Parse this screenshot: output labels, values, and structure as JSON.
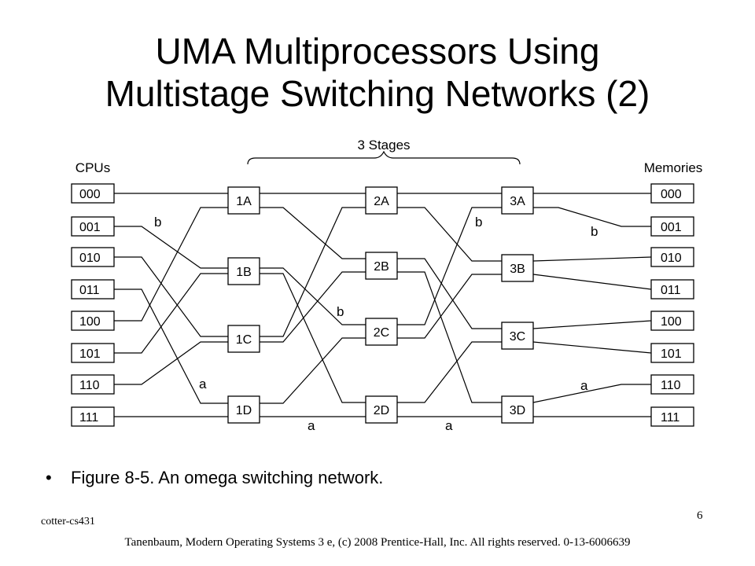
{
  "title": {
    "line1": "UMA Multiprocessors Using",
    "line2": "Multistage Switching Networks (2)"
  },
  "diagram": {
    "stages_label": "3 Stages",
    "cpus_label": "CPUs",
    "memories_label": "Memories",
    "cpus": [
      "000",
      "001",
      "010",
      "011",
      "100",
      "101",
      "110",
      "111"
    ],
    "memories": [
      "000",
      "001",
      "010",
      "011",
      "100",
      "101",
      "110",
      "111"
    ],
    "switches": {
      "stage1": [
        "1A",
        "1B",
        "1C",
        "1D"
      ],
      "stage2": [
        "2A",
        "2B",
        "2C",
        "2D"
      ],
      "stage3": [
        "3A",
        "3B",
        "3C",
        "3D"
      ]
    },
    "path_labels": {
      "b_cpu": "b",
      "b_mid": "b",
      "b_stage3": "b",
      "b_mem": "b",
      "a_cpu": "a",
      "a_12": "a",
      "a_23": "a",
      "a_mem": "a"
    }
  },
  "caption": {
    "bullet": "•",
    "text": "Figure 8-5. An omega switching network."
  },
  "footer": {
    "course": "cotter-cs431",
    "page": "6",
    "copyright": "Tanenbaum, Modern Operating Systems 3 e, (c) 2008 Prentice-Hall, Inc. All rights reserved. 0-13-6006639"
  }
}
